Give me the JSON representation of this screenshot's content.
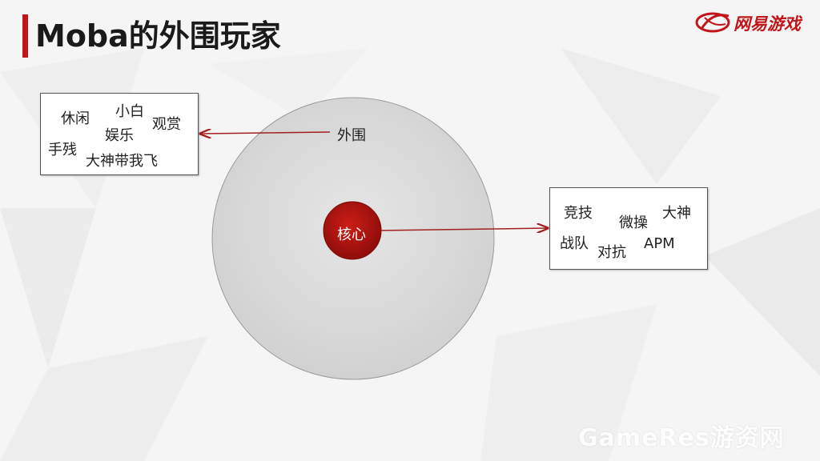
{
  "slide": {
    "title": "Moba的外围玩家",
    "logo_text": "网易游戏",
    "watermark": "GameRes游资网"
  },
  "diagram": {
    "outer_label": "外围",
    "core_label": "核心",
    "outer_box_words": [
      "休闲",
      "小白",
      "观赏",
      "娱乐",
      "手残",
      "大神带我飞"
    ],
    "core_box_words": [
      "竞技",
      "微操",
      "大神",
      "战队",
      "对抗",
      "APM"
    ]
  },
  "colors": {
    "accent": "#c0161a",
    "core_fill": "#b3140f",
    "outer_circle": "#d9d9d9",
    "arrow": "#a32020"
  }
}
